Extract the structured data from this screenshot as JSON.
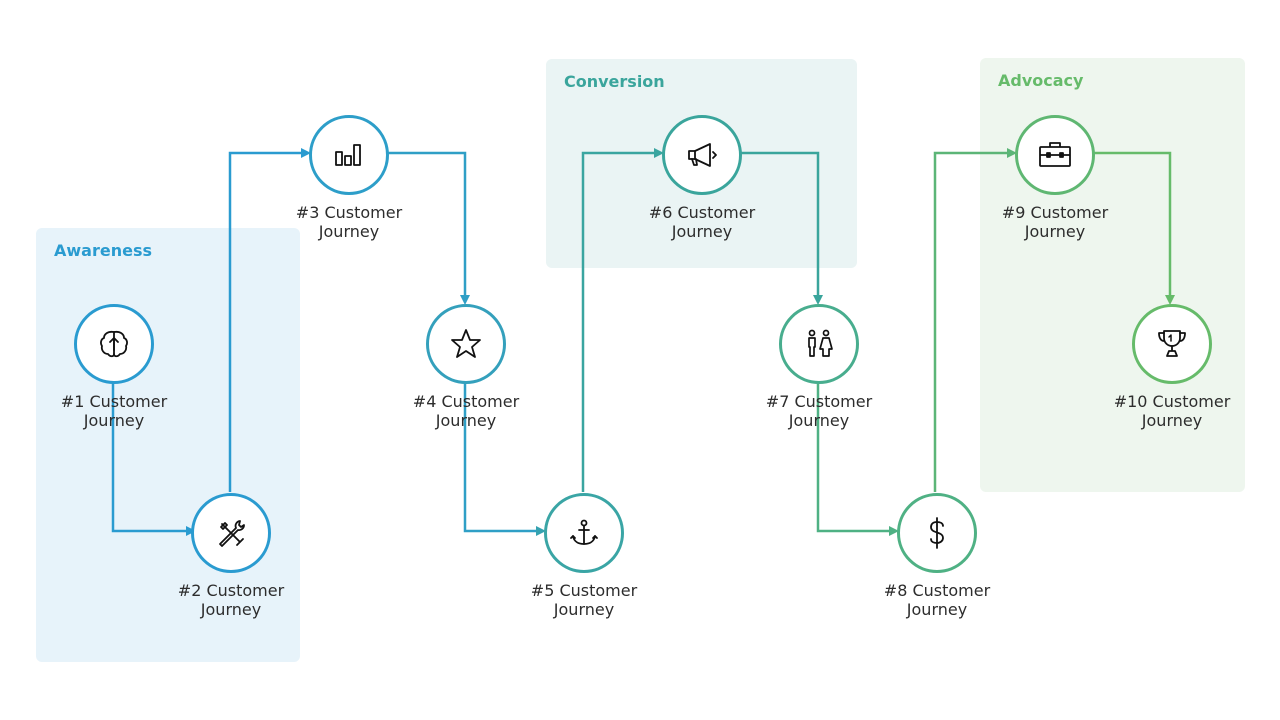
{
  "groups": {
    "awareness": {
      "title": "Awareness",
      "color": "#2a9bd0"
    },
    "conversion": {
      "title": "Conversion",
      "color": "#3aa59c"
    },
    "advocacy": {
      "title": "Advocacy",
      "color": "#66bb6a"
    }
  },
  "steps": [
    {
      "number": "#1 Customer",
      "line2": "Journey",
      "icon": "brain-icon",
      "color": "#2a9bd0"
    },
    {
      "number": "#2 Customer",
      "line2": "Journey",
      "icon": "tools-icon",
      "color": "#2a9bd0"
    },
    {
      "number": "#3 Customer",
      "line2": "Journey",
      "icon": "bar-chart-icon",
      "color": "#2d9ec9"
    },
    {
      "number": "#4 Customer",
      "line2": "Journey",
      "icon": "star-icon",
      "color": "#34a0bc"
    },
    {
      "number": "#5 Customer",
      "line2": "Journey",
      "icon": "anchor-icon",
      "color": "#3aa5a5"
    },
    {
      "number": "#6 Customer",
      "line2": "Journey",
      "icon": "megaphone-icon",
      "color": "#3aa59c"
    },
    {
      "number": "#7 Customer",
      "line2": "Journey",
      "icon": "people-icon",
      "color": "#48ad8e"
    },
    {
      "number": "#8 Customer",
      "line2": "Journey",
      "icon": "dollar-icon",
      "color": "#4fb184"
    },
    {
      "number": "#9 Customer",
      "line2": "Journey",
      "icon": "briefcase-icon",
      "color": "#5fb772"
    },
    {
      "number": "#10 Customer",
      "line2": "Journey",
      "icon": "trophy-icon",
      "color": "#66bb6a"
    }
  ]
}
